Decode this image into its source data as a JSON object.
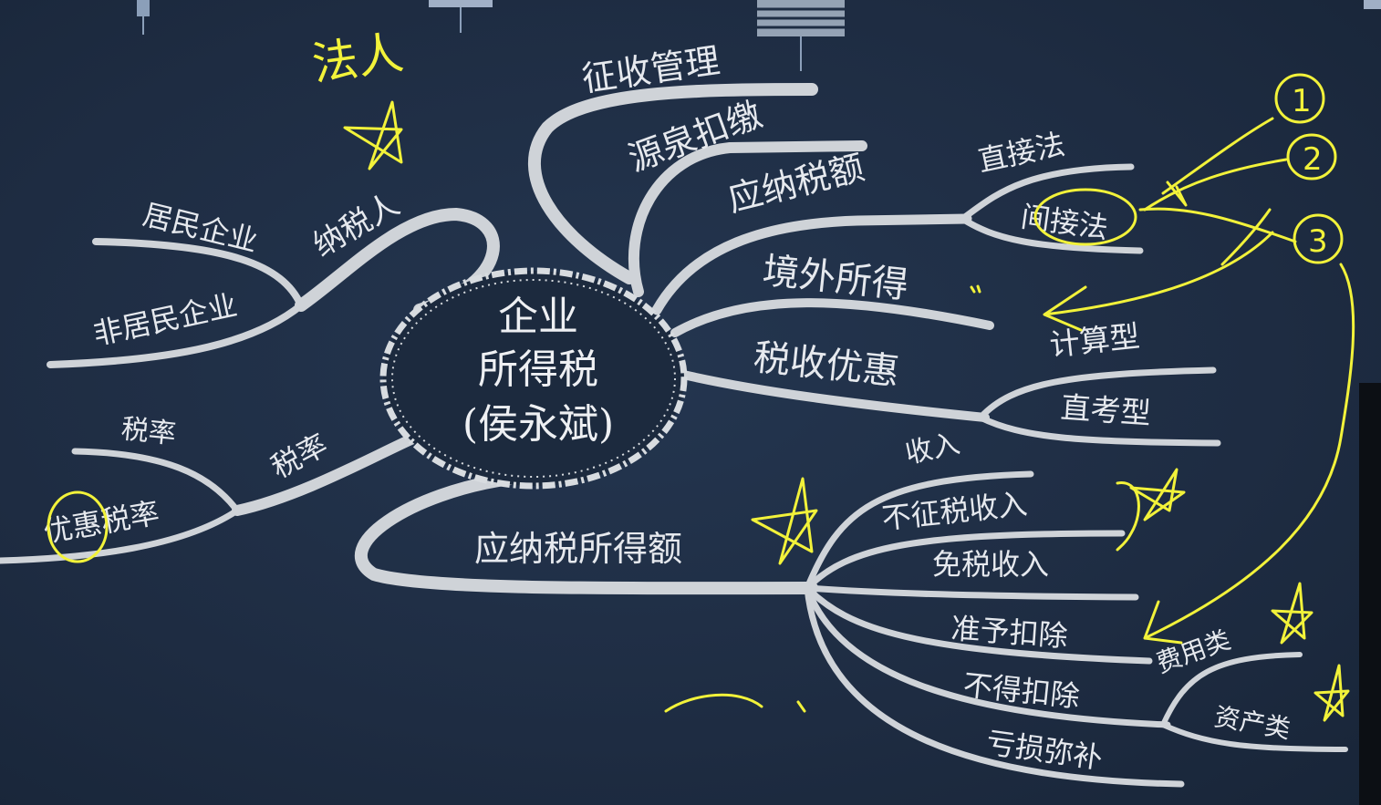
{
  "center": {
    "line1": "企业",
    "line2": "所得税",
    "line3": "(侯永斌)"
  },
  "left": {
    "taxpayer": "纳税人",
    "resident": "居民企业",
    "nonresident": "非居民企业",
    "rate_branch": "税率",
    "rate": "税率",
    "preferential_rate": "优惠税率"
  },
  "right": {
    "collection": "征收管理",
    "withholding": "源泉扣缴",
    "tax_payable": "应纳税额",
    "direct": "直接法",
    "indirect": "间接法",
    "foreign_income": "境外所得",
    "incentives": "税收优惠",
    "calc_type": "计算型",
    "deduct_type": "直考型",
    "taxable_income": "应纳税所得额",
    "income": "收入",
    "non_taxable": "不征税收入",
    "exempt": "免税收入",
    "deductible": "准予扣除",
    "non_deductible": "不得扣除",
    "loss_carry": "亏损弥补",
    "expense_type": "费用类",
    "asset_type": "资产类"
  },
  "annotations": {
    "legal_person": "法人",
    "num1": "1",
    "num2": "2",
    "num3": "3",
    "ink_color": "#f2f23a"
  }
}
